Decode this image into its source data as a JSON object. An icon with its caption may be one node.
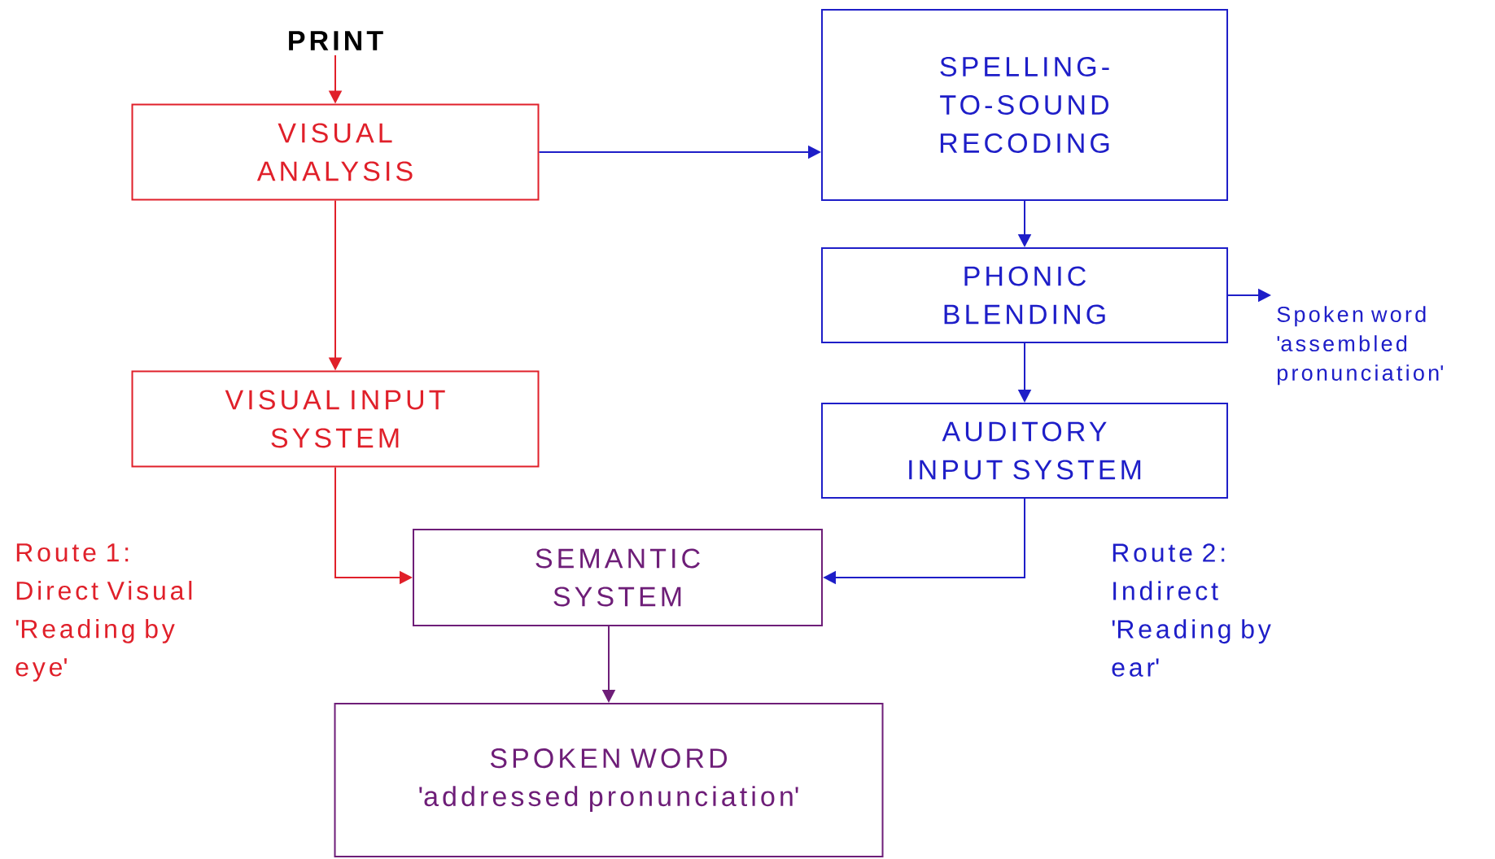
{
  "diagram": {
    "nodes": [
      {
        "text": [
          "PRINT"
        ]
      },
      {
        "text": [
          "VISUAL ANALYSIS"
        ]
      },
      {
        "text": [
          "SPELLING-TO-SOUND RECODING"
        ]
      },
      {
        "text": [
          "PHONIC BLENDING"
        ]
      },
      {
        "text": [
          "Spoken word 'assembled pronunciation'"
        ]
      },
      {
        "text": [
          "AUDITORY INPUT SYSTEM"
        ]
      },
      {
        "text": [
          "VISUAL INPUT SYSTEM"
        ]
      },
      {
        "text": [
          "SEMANTIC SYSTEM"
        ]
      },
      {
        "text": [
          "SPOKEN WORD",
          "'addressed pronunciation'"
        ]
      }
    ],
    "edges": [
      {
        "from": 0,
        "to": 1,
        "arrow": "to",
        "color": "#e0202a"
      },
      {
        "from": 1,
        "to": 2,
        "arrow": "to"
      },
      {
        "from": 2,
        "to": 3,
        "arrow": "to"
      },
      {
        "from": 3,
        "to": 4,
        "arrow": "to"
      },
      {
        "from": 3,
        "to": 5,
        "arrow": "to"
      },
      {
        "from": 1,
        "to": 6,
        "arrow": "to",
        "color": "#e0202a"
      },
      {
        "from": 6,
        "to": 7,
        "arrow": "to",
        "color": "#e0202a"
      },
      {
        "from": 5,
        "to": 7,
        "arrow": "to"
      },
      {
        "from": 7,
        "to": 8,
        "arrow": "to",
        "color": "#6e1e78"
      }
    ],
    "labels": [
      "Route 1: Direct Visual 'Reading by eye'",
      "Route 2: Indirect 'Reading by ear'"
    ]
  }
}
